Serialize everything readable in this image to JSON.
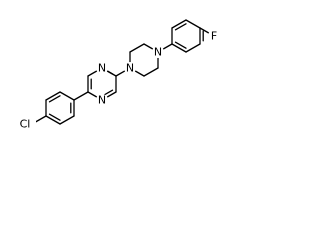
{
  "molecule": {
    "atoms": {
      "pyrimidine_n1": "N",
      "pyrimidine_n3": "N",
      "piperazine_n1": "N",
      "piperazine_n4": "N",
      "fluorine": "F",
      "chlorine": "Cl"
    }
  }
}
